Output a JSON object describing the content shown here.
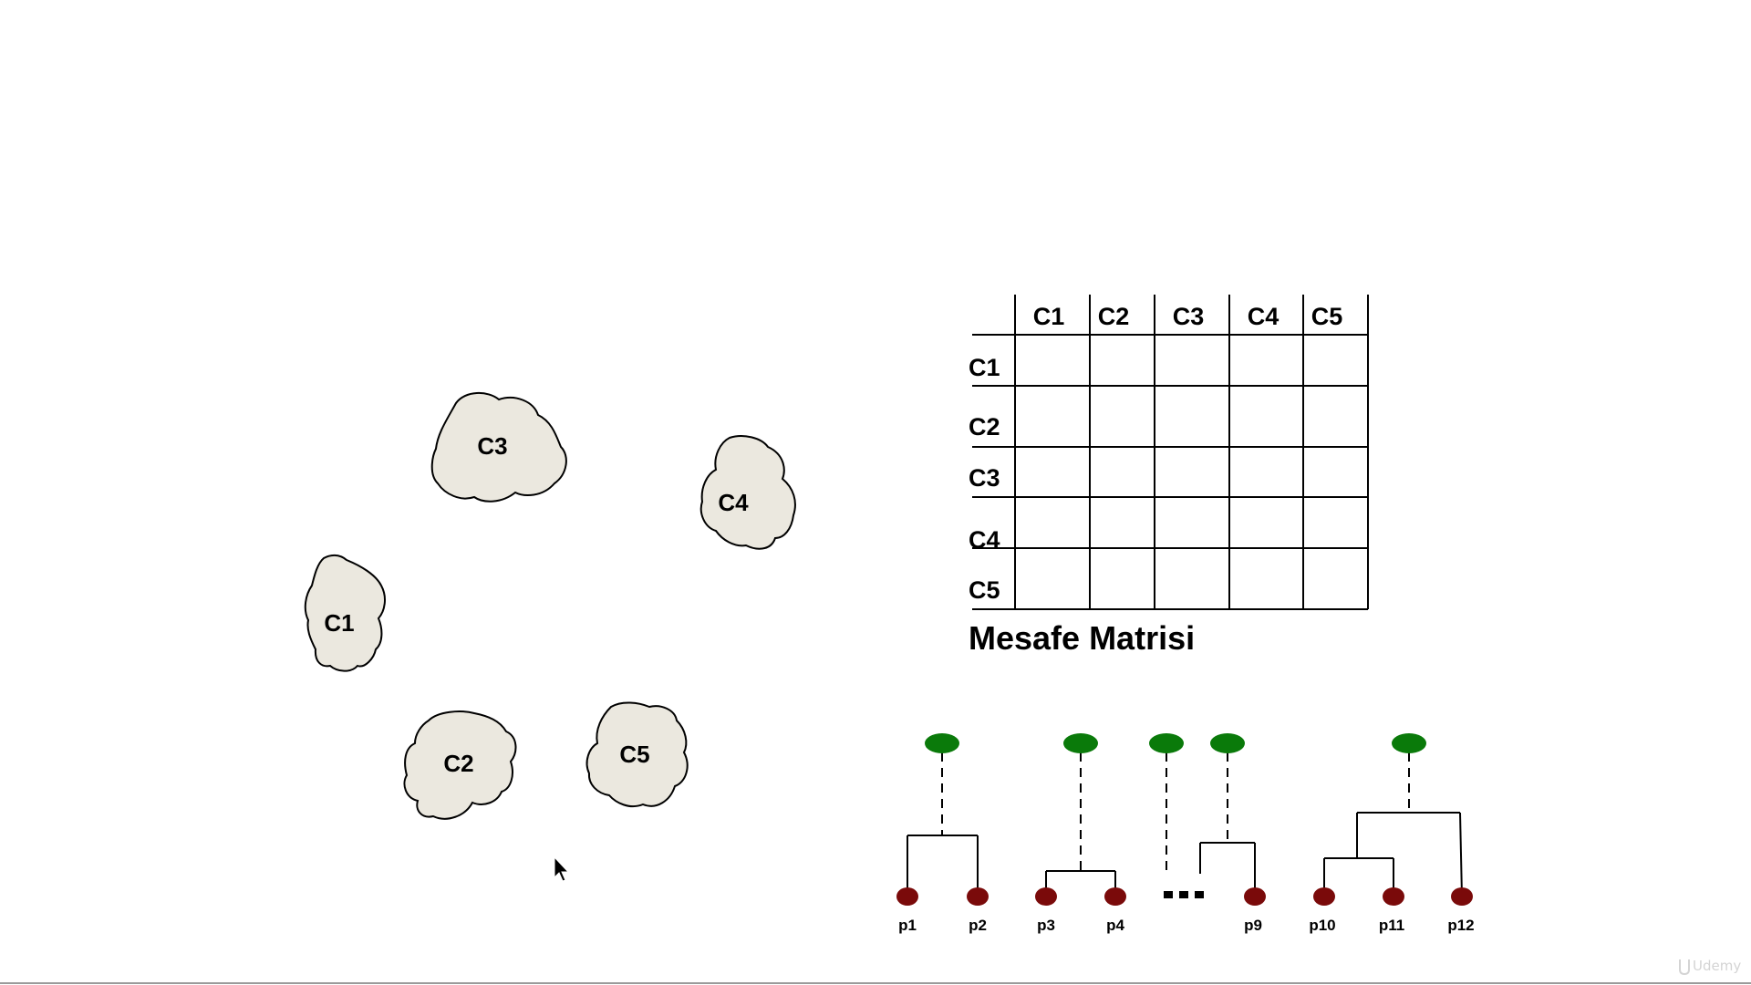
{
  "clusters": [
    {
      "label": "C3"
    },
    {
      "label": "C4"
    },
    {
      "label": "C1"
    },
    {
      "label": "C2"
    },
    {
      "label": "C5"
    }
  ],
  "matrix": {
    "title": "Mesafe Matrisi",
    "columns": [
      "C1",
      "C2",
      "C3",
      "C4",
      "C5"
    ],
    "rows": [
      "C1",
      "C2",
      "C3",
      "C4",
      "C5"
    ]
  },
  "dendrogram": {
    "points": [
      "p1",
      "p2",
      "p3",
      "p4",
      "p9",
      "p10",
      "p11",
      "p12"
    ],
    "ellipsis": "...",
    "root_color": "#0a7a0a",
    "leaf_color": "#7a0a0a"
  },
  "watermark": "Udemy",
  "colors": {
    "cluster_fill": "#ebe8df",
    "line": "#000000",
    "bottom_border": "#9a9a9a"
  }
}
